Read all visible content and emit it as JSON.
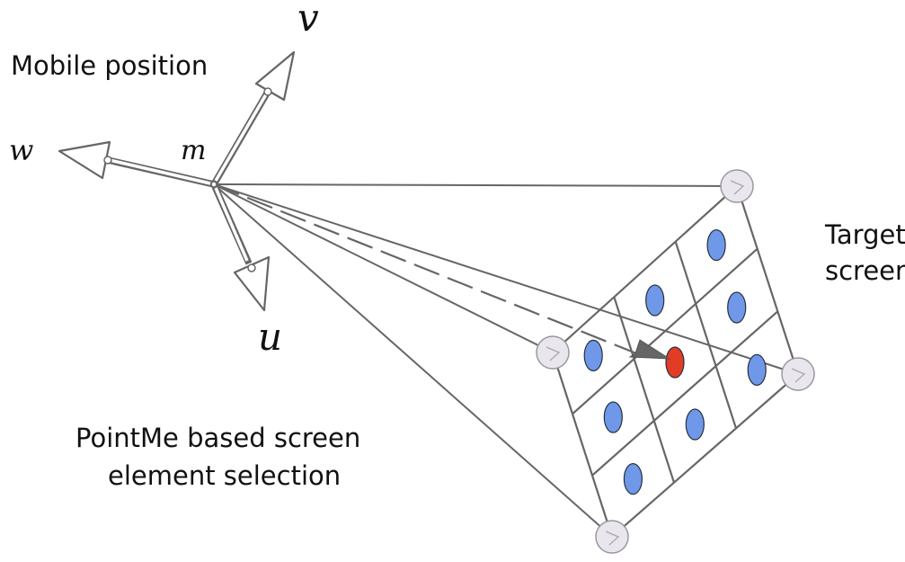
{
  "labels": {
    "mobile_position": "Mobile position",
    "axis_v": "v",
    "axis_w": "w",
    "axis_m": "m",
    "axis_u": "u",
    "target_line1": "Target",
    "target_line2": "screen",
    "caption_line1": "PointMe based screen",
    "caption_line2": "element selection"
  },
  "colors": {
    "element": "#6f98e8",
    "selected_element": "#e33c25"
  },
  "grid": {
    "rows": 3,
    "cols": 3,
    "selected": {
      "row": 1,
      "col": 1
    }
  }
}
